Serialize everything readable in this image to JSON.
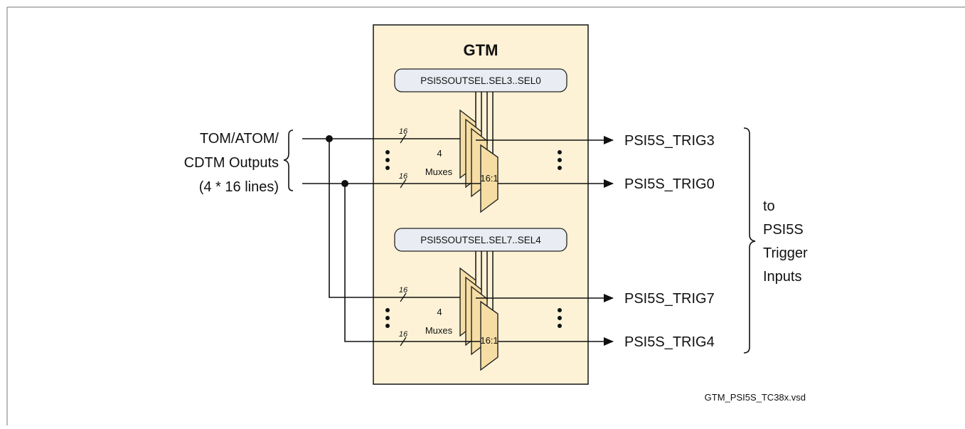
{
  "block": {
    "title": "GTM",
    "fill_color": "#fdf2d6",
    "mux_color": "#f6dda4",
    "reg_color": "#e9edf3"
  },
  "inputs": {
    "line1": "TOM/ATOM/",
    "line2": "CDTM Outputs",
    "line3": "(4 * 16 lines)"
  },
  "groups": [
    {
      "register": "PSI5SOUTSEL.SEL3..SEL0",
      "mux_count": "4",
      "mux_word": "Muxes",
      "mux_ratio": "16:1",
      "bus_width_top": "16",
      "bus_width_bottom": "16",
      "outputs": [
        "PSI5S_TRIG3",
        "PSI5S_TRIG0"
      ]
    },
    {
      "register": "PSI5SOUTSEL.SEL7..SEL4",
      "mux_count": "4",
      "mux_word": "Muxes",
      "mux_ratio": "16:1",
      "bus_width_top": "16",
      "bus_width_bottom": "16",
      "outputs": [
        "PSI5S_TRIG7",
        "PSI5S_TRIG4"
      ]
    }
  ],
  "destination": {
    "line1": "to",
    "line2": "PSI5S",
    "line3": "Trigger",
    "line4": "Inputs"
  },
  "filename": "GTM_PSI5S_TC38x.vsd"
}
